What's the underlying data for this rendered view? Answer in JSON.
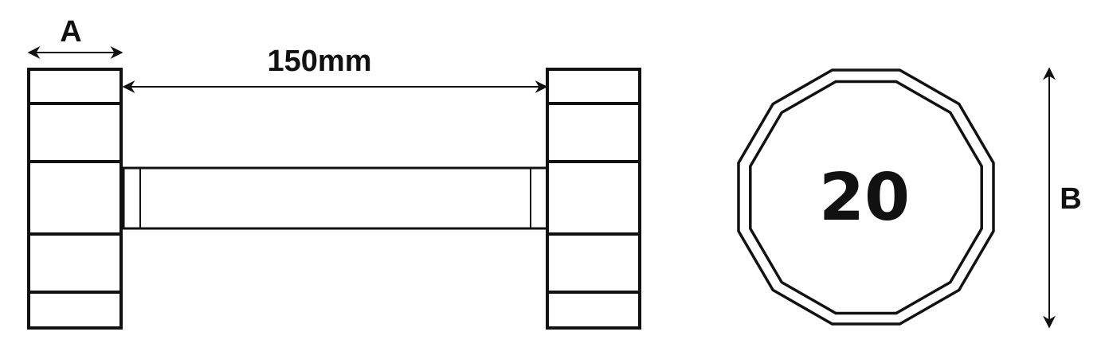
{
  "labels": {
    "a": "A",
    "b": "B",
    "length": "150mm",
    "weight": "20"
  },
  "colors": {
    "line": "#111111",
    "background": "#ffffff"
  }
}
